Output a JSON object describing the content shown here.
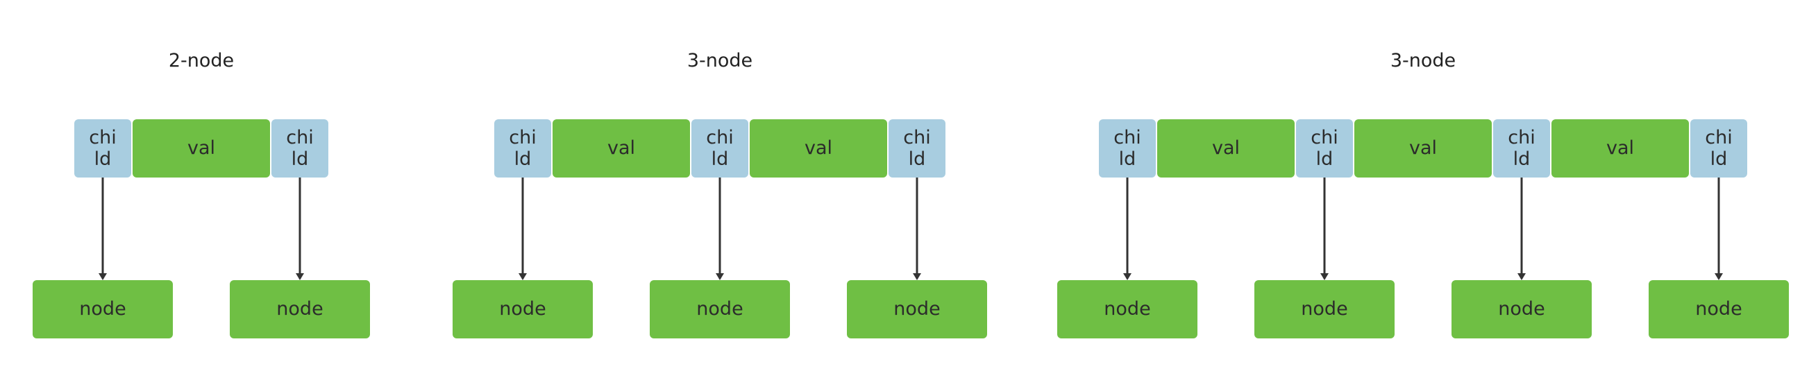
{
  "colors": {
    "child": "#a8cde0",
    "val": "#6fbf44",
    "node": "#6fbf44",
    "arrow": "#333333"
  },
  "diagrams": [
    {
      "title": "2-node",
      "cells": [
        "child",
        "val",
        "child"
      ],
      "child_label": [
        "chi",
        "ld"
      ],
      "val_label": "val",
      "nodes": [
        "node",
        "node"
      ]
    },
    {
      "title": "3-node",
      "cells": [
        "child",
        "val",
        "child",
        "val",
        "child"
      ],
      "child_label": [
        "chi",
        "ld"
      ],
      "val_label": "val",
      "nodes": [
        "node",
        "node",
        "node"
      ]
    },
    {
      "title": "3-node",
      "cells": [
        "child",
        "val",
        "child",
        "val",
        "child",
        "val",
        "child"
      ],
      "child_label": [
        "chi",
        "ld"
      ],
      "val_label": "val",
      "nodes": [
        "node",
        "node",
        "node",
        "node"
      ]
    }
  ]
}
